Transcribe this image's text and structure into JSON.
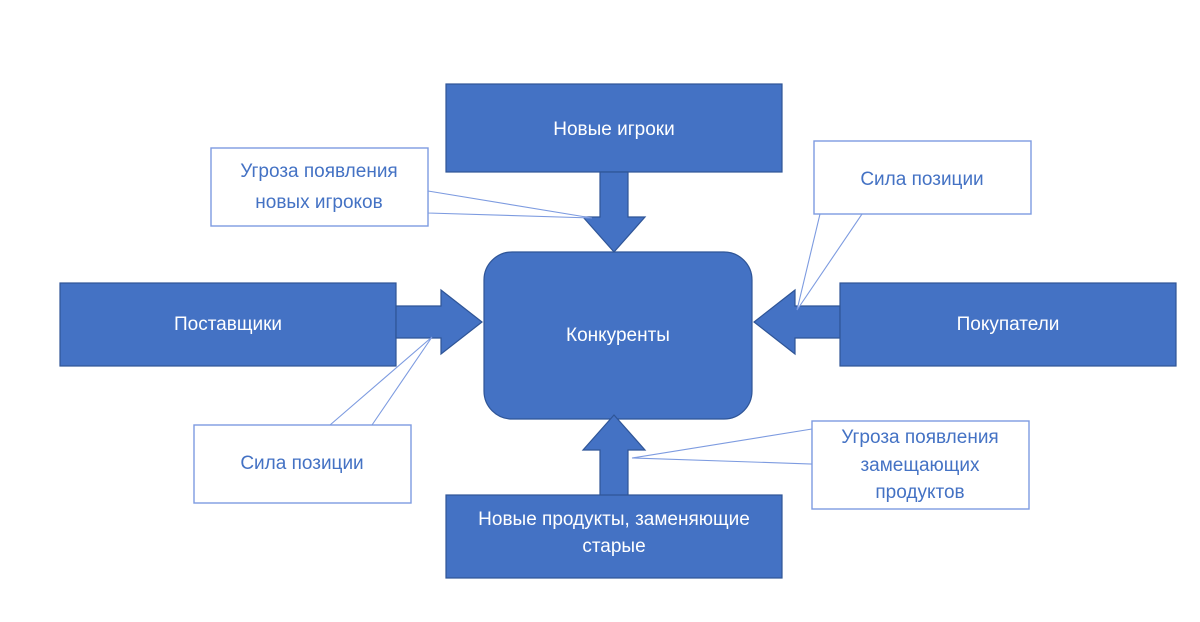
{
  "diagram": {
    "title": "Porter Five Forces",
    "colors": {
      "node_fill": "#4472C4",
      "node_stroke": "#2F5597",
      "node_text": "#FFFFFF",
      "callout_fill": "#FFFFFF",
      "callout_stroke": "#7D9BE0",
      "callout_text": "#4472C4",
      "background": "#FFFFFF"
    },
    "nodes": {
      "center": {
        "label": "Конкуренты"
      },
      "top": {
        "label": "Новые игроки"
      },
      "left": {
        "label": "Поставщики"
      },
      "right": {
        "label": "Покупатели"
      },
      "bottom": {
        "label_line1": "Новые продукты, заменяющие",
        "label_line2": "старые"
      }
    },
    "callouts": {
      "top_left": {
        "line1": "Угроза появления",
        "line2": "новых игроков"
      },
      "top_right": {
        "line1": "Сила позиции"
      },
      "bottom_left": {
        "line1": "Сила позиции"
      },
      "bottom_right": {
        "line1": "Угроза появления",
        "line2": "замещающих",
        "line3": "продуктов"
      }
    },
    "arrows": {
      "top_to_center": "arrow-down",
      "left_to_center": "arrow-right",
      "right_to_center": "arrow-left",
      "bottom_to_center": "arrow-up"
    }
  }
}
